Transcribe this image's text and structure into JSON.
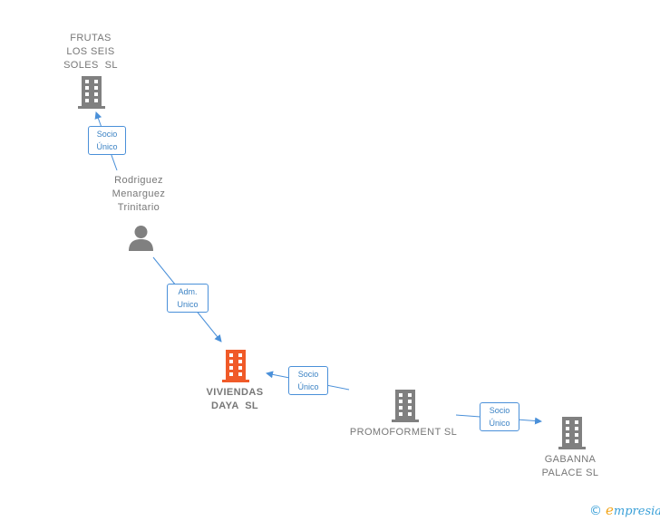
{
  "nodes": {
    "frutas": {
      "label": "FRUTAS\nLOS SEIS\nSOLES  SL",
      "type": "company"
    },
    "rodriguez": {
      "label": "Rodriguez\nMenarguez\nTrinitario",
      "type": "person"
    },
    "viviendas": {
      "label": "VIVIENDAS\nDAYA  SL",
      "type": "company-main"
    },
    "promoforment": {
      "label": "PROMOFORMENT SL",
      "type": "company"
    },
    "gabanna": {
      "label": "GABANNA\nPALACE SL",
      "type": "company"
    }
  },
  "edges": {
    "e1": {
      "label": "Socio\nÚnico"
    },
    "e2": {
      "label": "Adm.\nUnico"
    },
    "e3": {
      "label": "Socio\nÚnico"
    },
    "e4": {
      "label": "Socio\nÚnico"
    }
  },
  "colors": {
    "company": "#808080",
    "main": "#f05a28",
    "edge": "#4a90d9"
  },
  "brand": {
    "copyright": "©",
    "name": "mpresia",
    "initial": "e"
  }
}
